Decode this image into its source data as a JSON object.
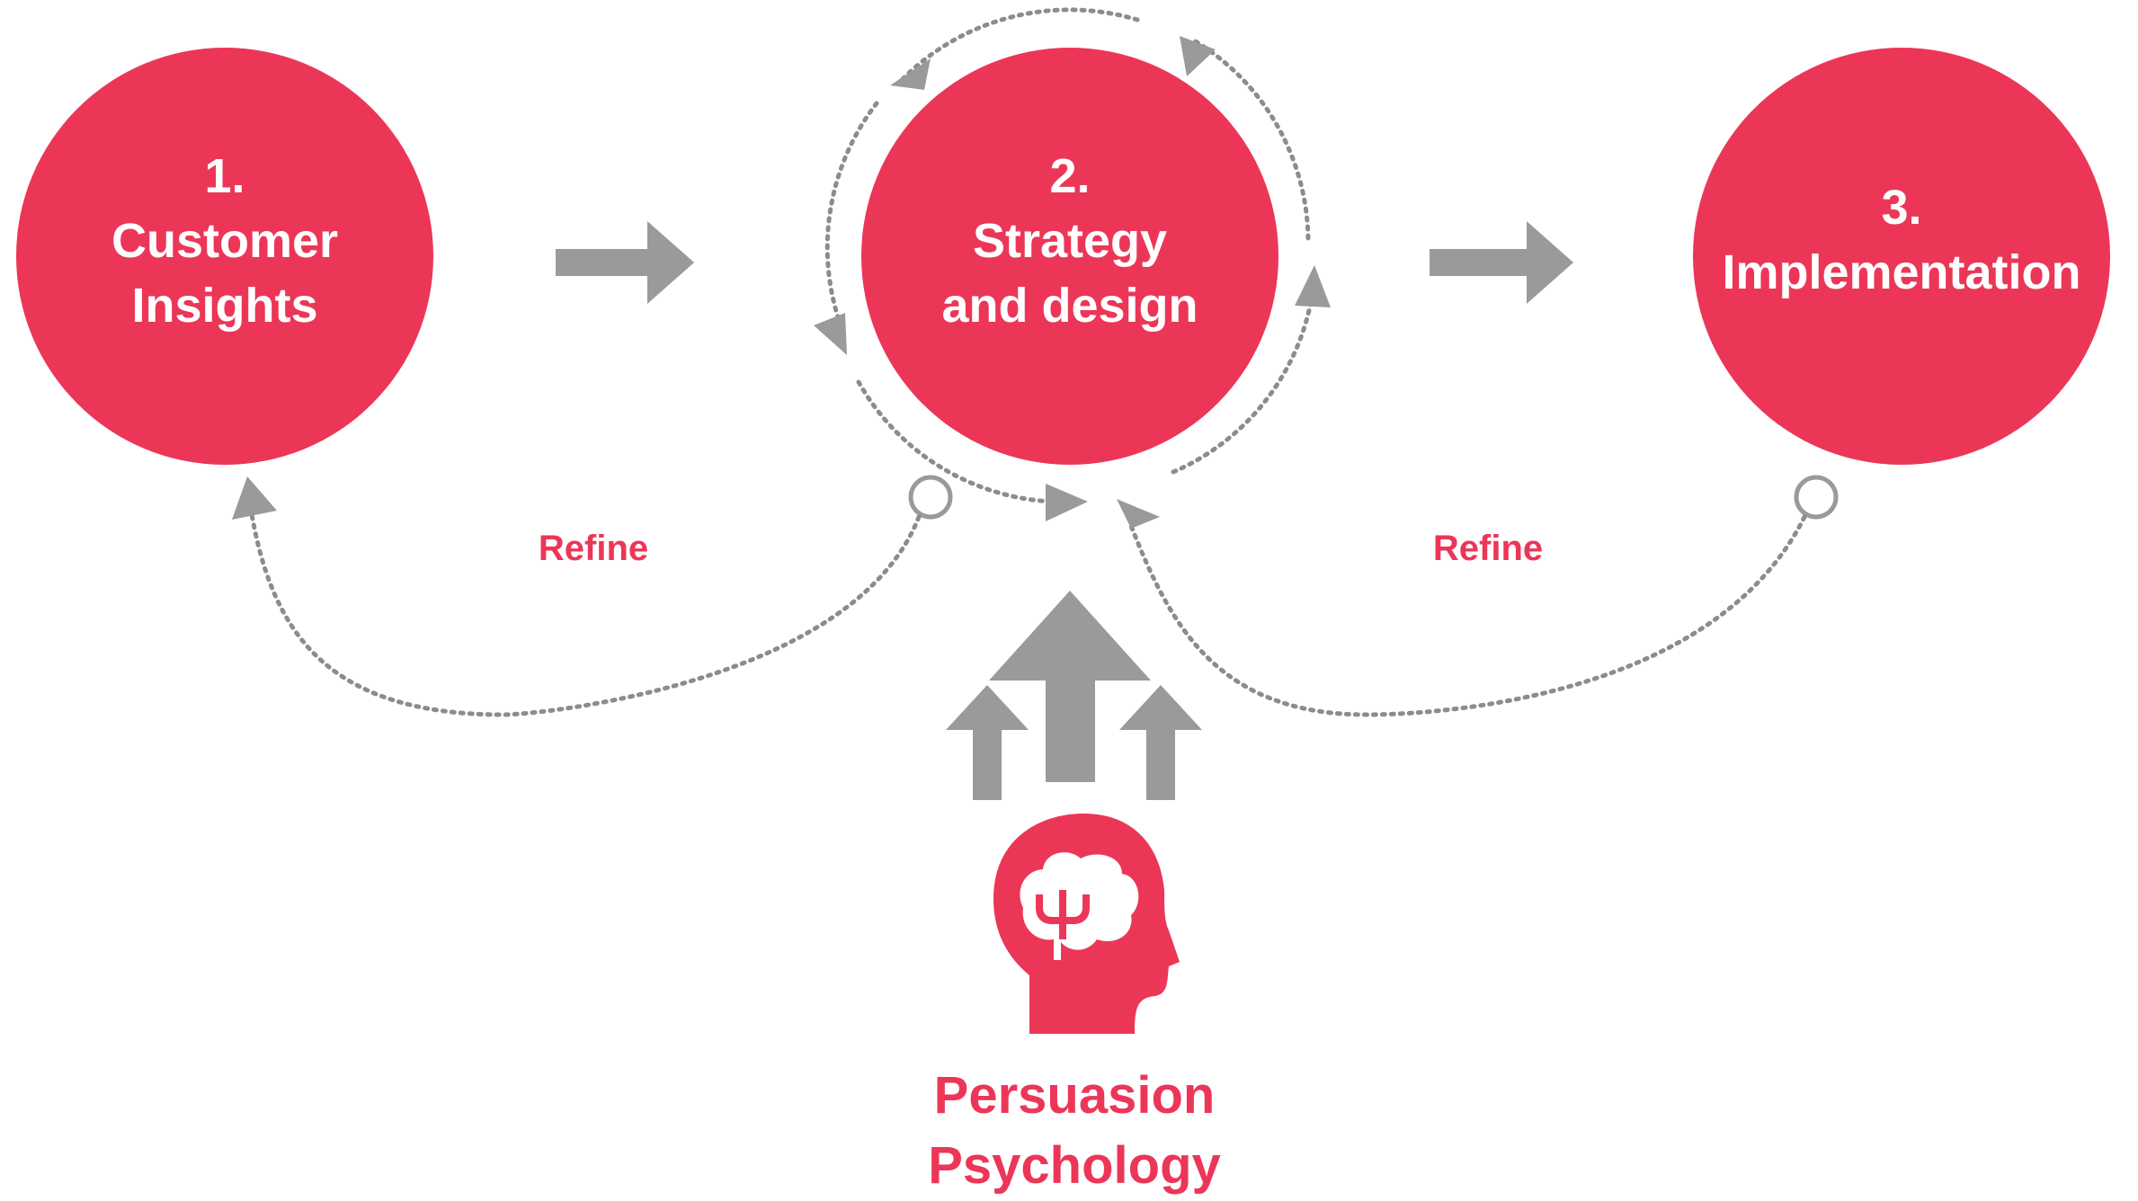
{
  "colors": {
    "accent": "#ec3658",
    "arrow": "#9a9a9a",
    "dots": "#8c8c8c",
    "background": "#ffffff"
  },
  "steps": [
    {
      "number": "1.",
      "label_line1": "Customer",
      "label_line2": "Insights"
    },
    {
      "number": "2.",
      "label_line1": "Strategy",
      "label_line2": "and design"
    },
    {
      "number": "3.",
      "label_line1": "Implementation",
      "label_line2": ""
    }
  ],
  "loops": {
    "left_label": "Refine",
    "right_label": "Refine"
  },
  "influence": {
    "icon": "brain-head-psi-icon",
    "label_line1": "Persuasion",
    "label_line2": "Psychology"
  }
}
